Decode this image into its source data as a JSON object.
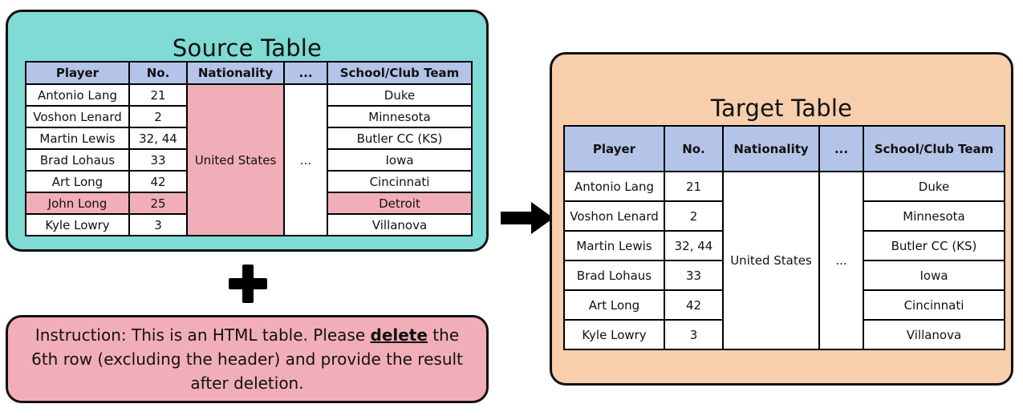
{
  "source": {
    "title": "Source Table",
    "panel_color": "#7fdbd4",
    "highlight_color": "#f2aeb8",
    "header_color": "#b4c4e8",
    "columns": [
      "Player",
      "No.",
      "Nationality",
      "...",
      "School/Club Team"
    ],
    "merged_nationality": "United States",
    "merged_ellipsis": "...",
    "rows": [
      {
        "player": "Antonio Lang",
        "no": "21",
        "team": "Duke",
        "highlighted": false
      },
      {
        "player": "Voshon Lenard",
        "no": "2",
        "team": "Minnesota",
        "highlighted": false
      },
      {
        "player": "Martin Lewis",
        "no": "32, 44",
        "team": "Butler CC (KS)",
        "highlighted": false
      },
      {
        "player": "Brad Lohaus",
        "no": "33",
        "team": "Iowa",
        "highlighted": false
      },
      {
        "player": "Art Long",
        "no": "42",
        "team": "Cincinnati",
        "highlighted": false
      },
      {
        "player": "John Long",
        "no": "25",
        "team": "Detroit",
        "highlighted": true
      },
      {
        "player": "Kyle Lowry",
        "no": "3",
        "team": "Villanova",
        "highlighted": false
      }
    ]
  },
  "instruction": {
    "panel_color": "#f2aeb8",
    "prefix": "Instruction: This is an HTML table. Please ",
    "emphasis": "delete",
    "suffix": " the 6th row (excluding the header) and provide the result after deletion."
  },
  "arrow": {
    "name": "right-arrow",
    "color": "#000000"
  },
  "plus": {
    "name": "plus-sign",
    "color": "#000000"
  },
  "target": {
    "title": "Target Table",
    "panel_color": "#f7cfac",
    "header_color": "#b4c4e8",
    "columns": [
      "Player",
      "No.",
      "Nationality",
      "...",
      "School/Club Team"
    ],
    "merged_nationality": "United States",
    "merged_ellipsis": "...",
    "rows": [
      {
        "player": "Antonio Lang",
        "no": "21",
        "team": "Duke"
      },
      {
        "player": "Voshon Lenard",
        "no": "2",
        "team": "Minnesota"
      },
      {
        "player": "Martin Lewis",
        "no": "32, 44",
        "team": "Butler CC (KS)"
      },
      {
        "player": "Brad Lohaus",
        "no": "33",
        "team": "Iowa"
      },
      {
        "player": "Art Long",
        "no": "42",
        "team": "Cincinnati"
      },
      {
        "player": "Kyle Lowry",
        "no": "3",
        "team": "Villanova"
      }
    ]
  }
}
